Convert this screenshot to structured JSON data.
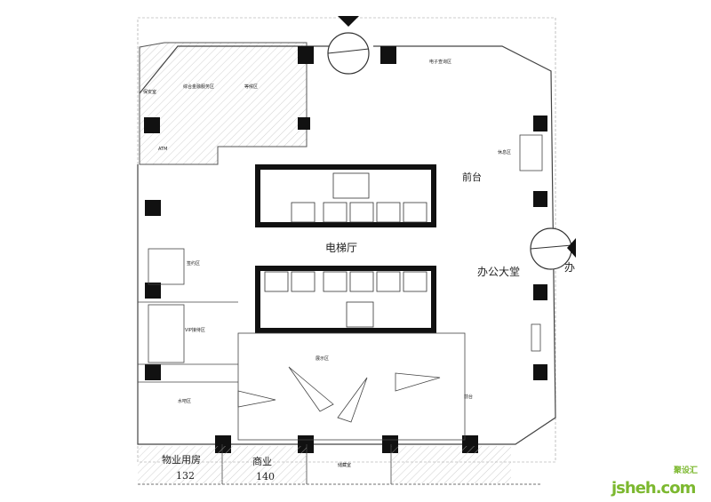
{
  "rooms": {
    "finance_service": "综合金融服务区",
    "waiting": "等候区",
    "security": "保安室",
    "atm": "ATM",
    "e_query": "电子查询区",
    "rest": "休息区",
    "reception": "前台",
    "elevator_hall": "电梯厅",
    "office_lobby": "办公大堂",
    "office_cut": "办",
    "signing": "签约区",
    "vip": "VIP接待区",
    "water_bar": "水吧区",
    "exhibition": "展示区",
    "front_desk": "前台",
    "property_room": "物业用房",
    "property_area": "132",
    "commerce": "商业",
    "commerce_area": "140",
    "storage": "储藏室"
  },
  "logo": {
    "text": "jsheh.com",
    "cn": "聚设汇"
  }
}
